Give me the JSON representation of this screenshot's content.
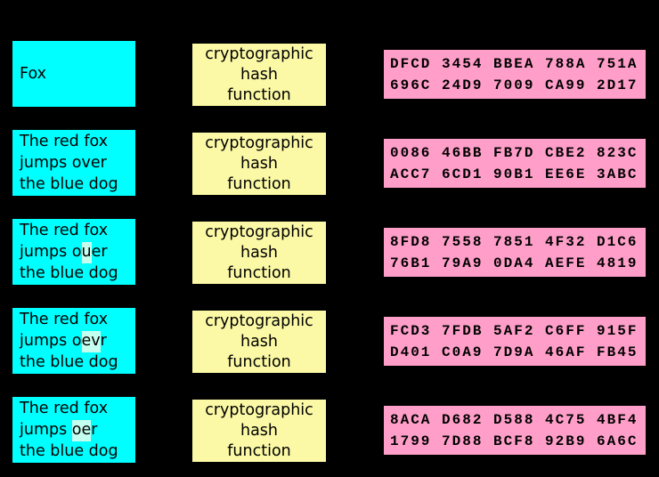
{
  "colors": {
    "background": "#000000",
    "input-box-bg": "#00ffff",
    "hash-box-bg": "#fbf9a5",
    "digest-box-bg": "#ff9fc9",
    "highlight-bg": "#c5ffef",
    "border": "#000000"
  },
  "hash": {
    "label": "cryptographic\nhash\nfunction"
  },
  "rows": [
    {
      "input": {
        "line1": "Fox",
        "line2_pre": "",
        "line2_hl": "",
        "line2_post": "",
        "line3": ""
      },
      "digest": {
        "line1": "DFCD 3454 BBEA 788A 751A",
        "line2": "696C 24D9 7009 CA99 2D17"
      }
    },
    {
      "input": {
        "line1": "The red fox",
        "line2_pre": "jumps over",
        "line2_hl": "",
        "line2_post": "",
        "line3": "the blue dog"
      },
      "digest": {
        "line1": "0086 46BB FB7D CBE2 823C",
        "line2": "ACC7 6CD1 90B1 EE6E 3ABC"
      }
    },
    {
      "input": {
        "line1": "The red fox",
        "line2_pre": "jumps o",
        "line2_hl": "u",
        "line2_post": "er",
        "line3": "the blue dog"
      },
      "digest": {
        "line1": "8FD8 7558 7851 4F32 D1C6",
        "line2": "76B1 79A9 0DA4 AEFE 4819"
      }
    },
    {
      "input": {
        "line1": "The red fox",
        "line2_pre": "jumps o",
        "line2_hl": "ev",
        "line2_post": "r",
        "line3": "the blue dog"
      },
      "digest": {
        "line1": "FCD3 7FDB 5AF2 C6FF 915F",
        "line2": "D401 C0A9 7D9A 46AF FB45"
      }
    },
    {
      "input": {
        "line1": "The red fox",
        "line2_pre": "jumps ",
        "line2_hl": "oe",
        "line2_post": "r",
        "line3": "the blue dog"
      },
      "digest": {
        "line1": "8ACA D682 D588 4C75 4BF4",
        "line2": "1799 7D88 BCF8 92B9 6A6C"
      }
    }
  ]
}
